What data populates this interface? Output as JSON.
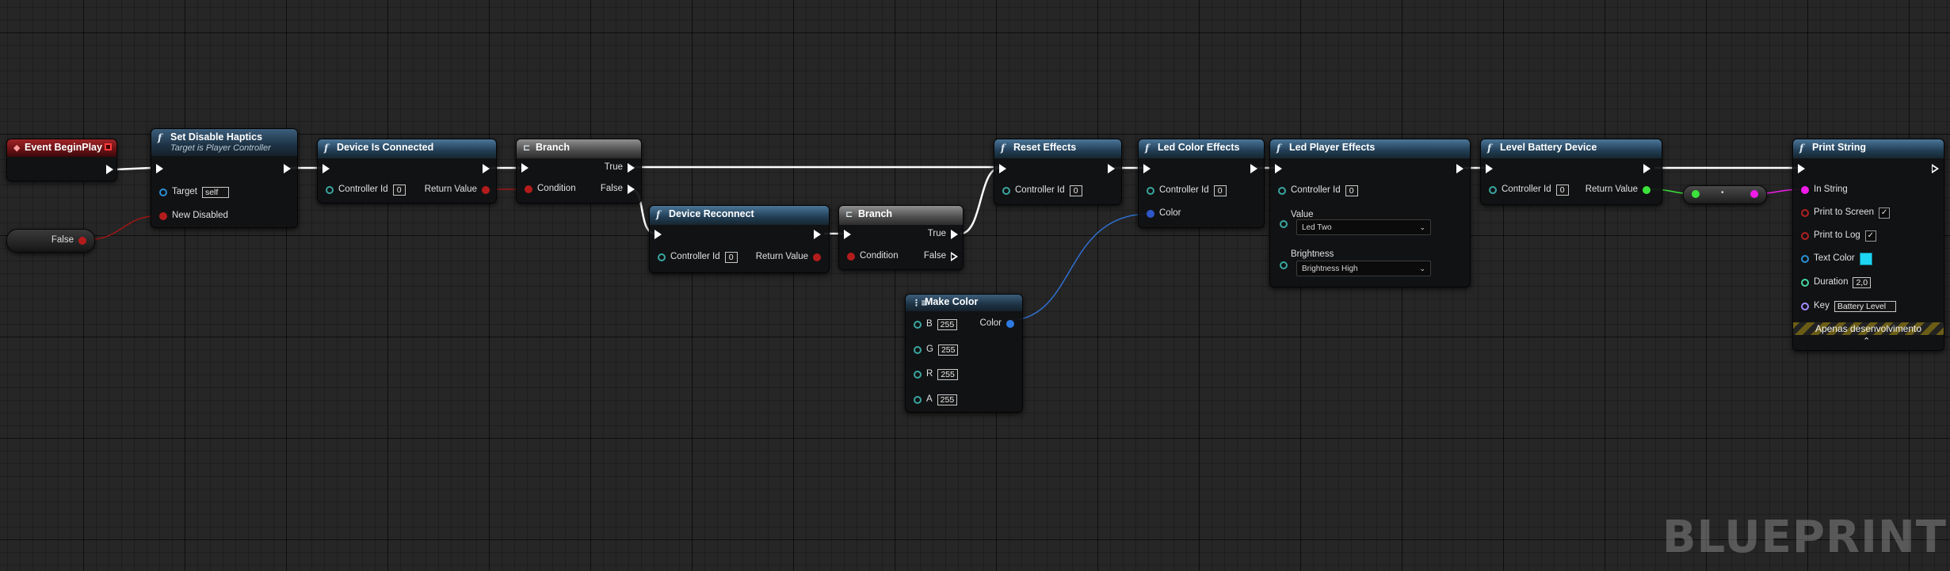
{
  "watermark": "BLUEPRINT",
  "nodes": {
    "event_beginplay": {
      "title": "Event BeginPlay"
    },
    "false_literal": {
      "label": "False"
    },
    "set_disable_haptics": {
      "title": "Set Disable Haptics",
      "subtitle": "Target is Player Controller",
      "target_label": "Target",
      "target_value": "self",
      "new_disabled_label": "New Disabled"
    },
    "device_is_connected": {
      "title": "Device Is Connected",
      "controller_id_label": "Controller Id",
      "controller_id_value": "0",
      "return_label": "Return Value"
    },
    "branch_1": {
      "title": "Branch",
      "condition_label": "Condition",
      "true_label": "True",
      "false_label": "False"
    },
    "device_reconnect": {
      "title": "Device Reconnect",
      "controller_id_label": "Controller Id",
      "controller_id_value": "0",
      "return_label": "Return Value"
    },
    "branch_2": {
      "title": "Branch",
      "condition_label": "Condition",
      "true_label": "True",
      "false_label": "False"
    },
    "make_color": {
      "title": "Make Color",
      "out_label": "Color",
      "channels": [
        {
          "label": "B",
          "value": "255"
        },
        {
          "label": "G",
          "value": "255"
        },
        {
          "label": "R",
          "value": "255"
        },
        {
          "label": "A",
          "value": "255"
        }
      ]
    },
    "reset_effects": {
      "title": "Reset Effects",
      "controller_id_label": "Controller Id",
      "controller_id_value": "0"
    },
    "led_color_effects": {
      "title": "Led Color Effects",
      "controller_id_label": "Controller Id",
      "controller_id_value": "0",
      "color_label": "Color"
    },
    "led_player_effects": {
      "title": "Led Player Effects",
      "controller_id_label": "Controller Id",
      "controller_id_value": "0",
      "value_label": "Value",
      "value_selected": "Led Two",
      "brightness_label": "Brightness",
      "brightness_selected": "Brightness High"
    },
    "level_battery_device": {
      "title": "Level Battery Device",
      "controller_id_label": "Controller Id",
      "controller_id_value": "0",
      "return_label": "Return Value"
    },
    "print_string": {
      "title": "Print String",
      "in_string_label": "In String",
      "print_screen_label": "Print to Screen",
      "print_screen_checked": true,
      "print_log_label": "Print to Log",
      "print_log_checked": true,
      "text_color_label": "Text Color",
      "text_color": "#1fd6f2",
      "duration_label": "Duration",
      "duration_value": "2,0",
      "key_label": "Key",
      "key_value": "Battery Level",
      "dev_only_label": "Apenas desenvolvimento"
    }
  },
  "colors": {
    "exec_wire": "#ffffff",
    "bool_pin": "#b41c1c",
    "int_pin": "#3be23b",
    "string_pin": "#f01ce8",
    "struct_pin": "#2f7ae0",
    "function_header": "#3e6a8c",
    "event_header": "#8c1c1f",
    "branch_header": "#7a7a7a"
  }
}
